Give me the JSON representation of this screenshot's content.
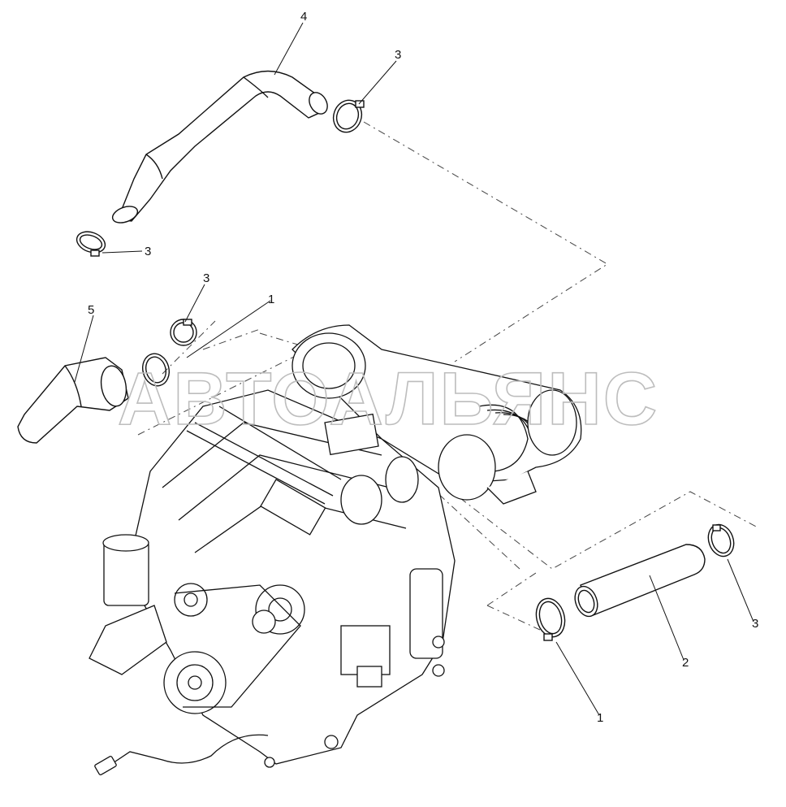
{
  "watermark": "АВТОАЛЬЯНС",
  "callouts": {
    "hose_upper": "4",
    "clamp_upper_right": "3",
    "clamp_upper_left": "3",
    "clamp_mid": "3",
    "intake_pipe": "5",
    "hose_mid": "1",
    "clamp_lower_right": "3",
    "pipe": "2",
    "hose_lower": "1"
  }
}
